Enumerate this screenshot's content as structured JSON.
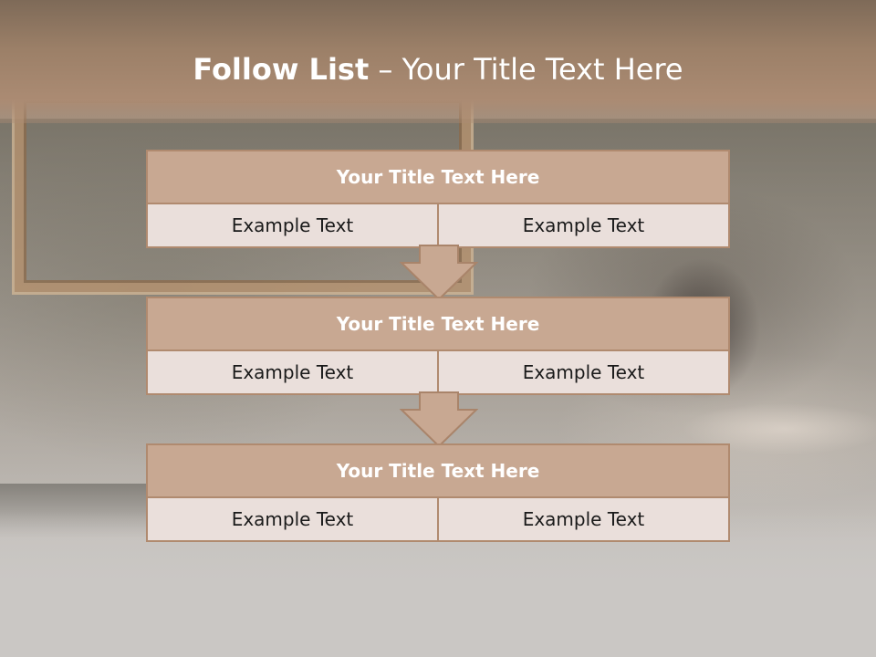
{
  "slide": {
    "title_bold": "Follow List",
    "title_rest": " – Your Title Text Here"
  },
  "flow": {
    "blocks": [
      {
        "title": "Your Title Text Here",
        "cells": [
          "Example Text",
          "Example Text"
        ]
      },
      {
        "title": "Your Title Text Here",
        "cells": [
          "Example Text",
          "Example Text"
        ]
      },
      {
        "title": "Your Title Text Here",
        "cells": [
          "Example Text",
          "Example Text"
        ]
      }
    ],
    "arrow_icon": "arrow-down-icon"
  },
  "colors": {
    "header": "#9c8068",
    "block_title": "#c8a892",
    "block_border": "#b08a6f",
    "cell_bg": "#eadfdb"
  }
}
